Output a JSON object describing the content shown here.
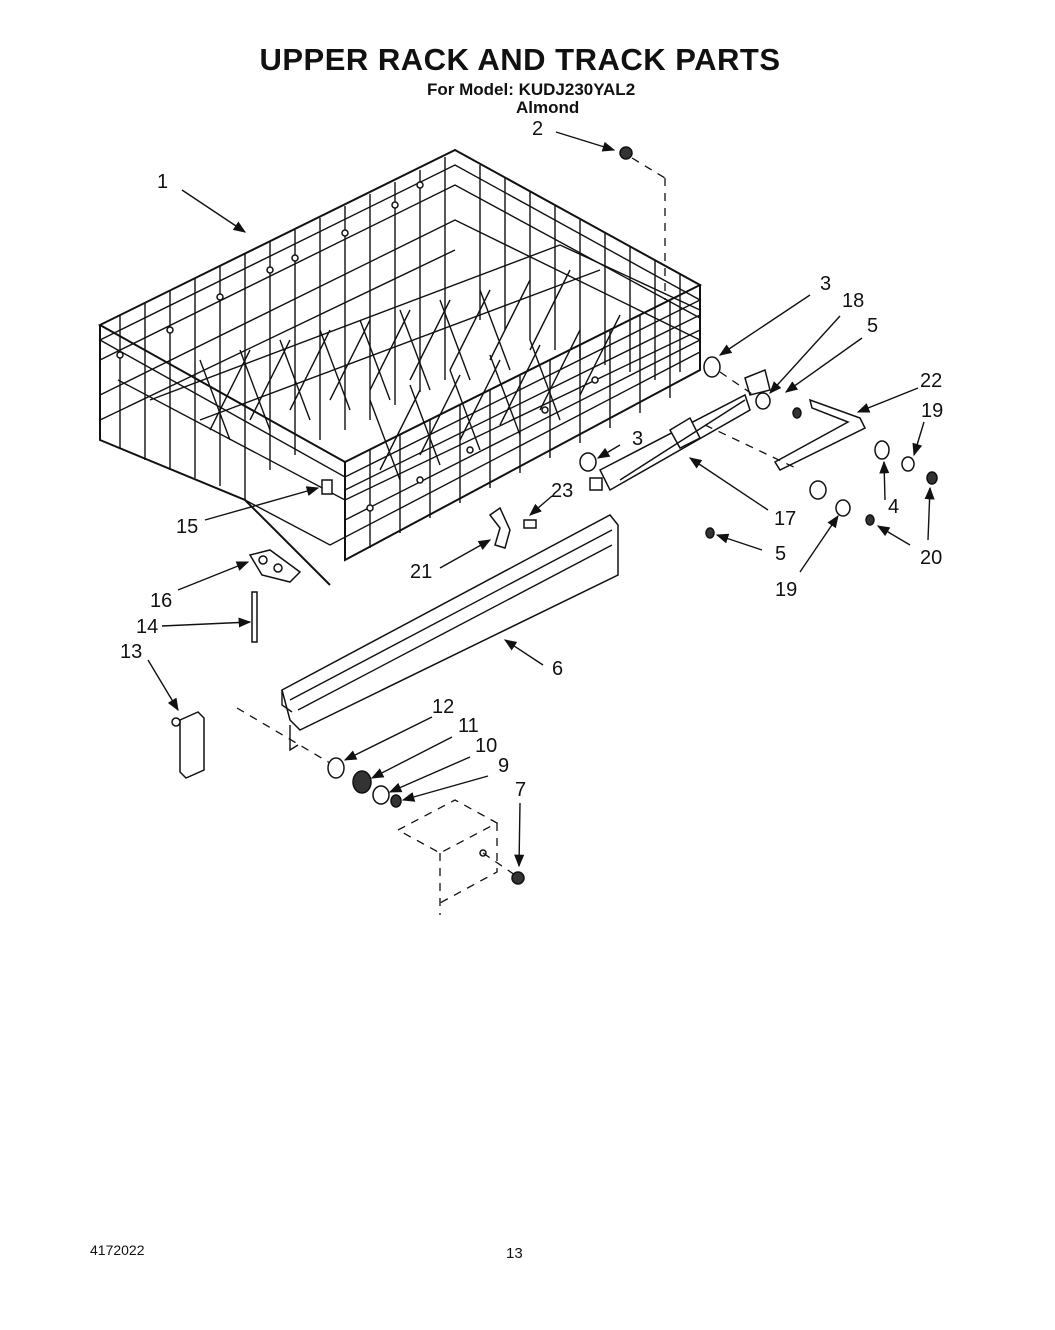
{
  "header": {
    "title": "UPPER RACK AND TRACK PARTS",
    "model_line": "For Model: KUDJ230YAL2",
    "color": "Almond"
  },
  "footer": {
    "doc_number": "4172022",
    "page_number": "13"
  },
  "callouts": {
    "c1": "1",
    "c2": "2",
    "c3a": "3",
    "c3b": "3",
    "c4": "4",
    "c5a": "5",
    "c5b": "5",
    "c6": "6",
    "c7": "7",
    "c9": "9",
    "c10": "10",
    "c11": "11",
    "c12": "12",
    "c13": "13",
    "c14": "14",
    "c15": "15",
    "c16": "16",
    "c17": "17",
    "c18": "18",
    "c19a": "19",
    "c19b": "19",
    "c20": "20",
    "c21": "21",
    "c22": "22",
    "c23": "23"
  }
}
